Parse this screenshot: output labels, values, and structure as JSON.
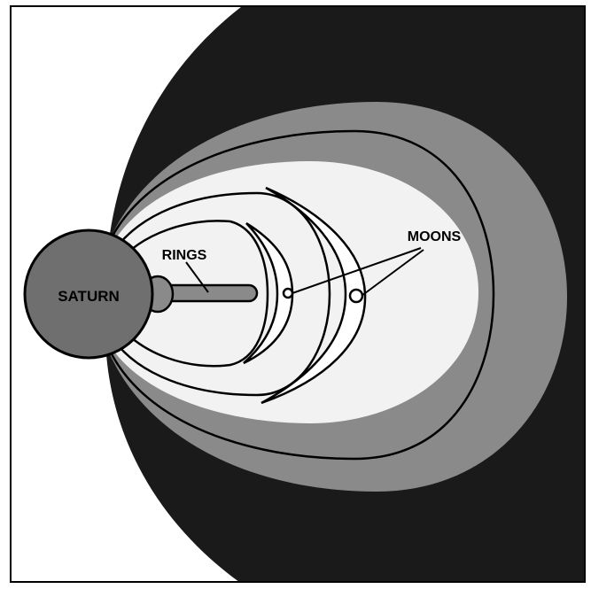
{
  "labels": {
    "saturn": "SATURN",
    "rings": "RINGS",
    "moons": "MOONS"
  },
  "colors": {
    "background": "#ffffff",
    "outer_region": "#1a1a1a",
    "middle_region": "#8a8a8a",
    "inner_region": "#f2f2f2",
    "planet": "#6f6f6f",
    "line": "#000000"
  }
}
